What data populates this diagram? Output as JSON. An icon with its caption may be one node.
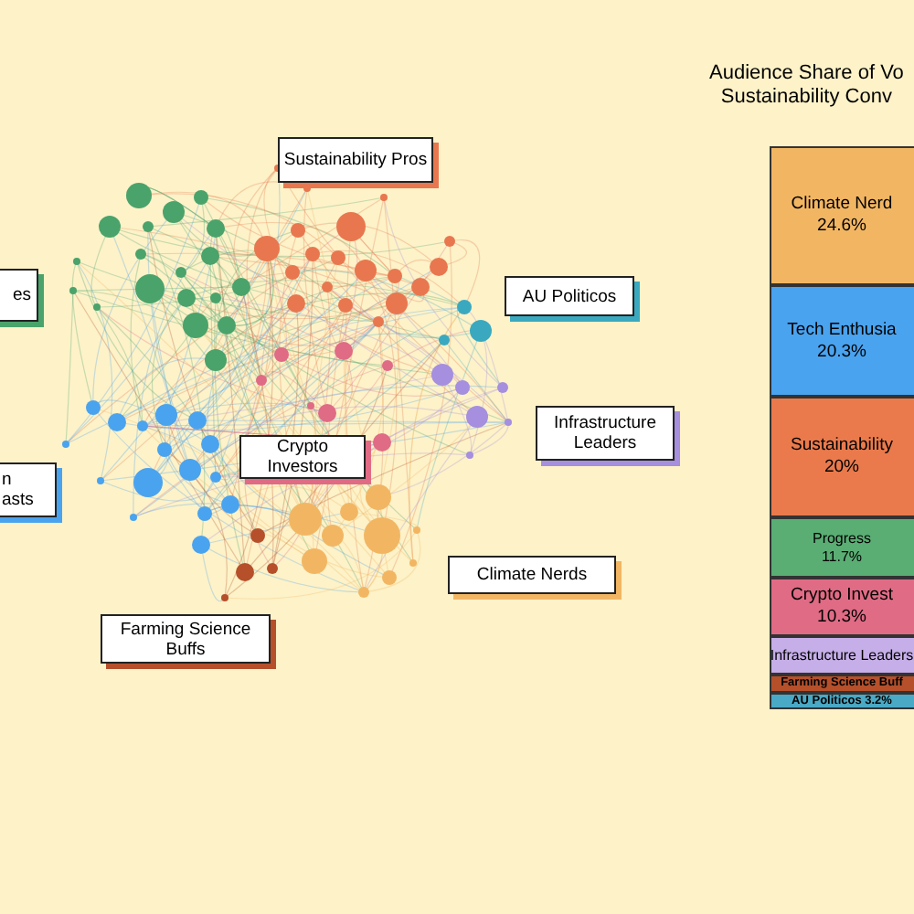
{
  "diagram": {
    "nodes": [
      {
        "text": [
          "es"
        ]
      },
      {
        "text": [
          "Sustainability Pros"
        ]
      },
      {
        "text": [
          "AU Politicos"
        ]
      },
      {
        "text": [
          "Infrastructure Leaders"
        ]
      },
      {
        "text": [
          "Crypto Investors"
        ]
      },
      {
        "text": [
          "n",
          "asts"
        ]
      },
      {
        "text": [
          "Climate Nerds"
        ]
      },
      {
        "text": [
          "Farming Science Buffs"
        ]
      },
      {
        "text": [
          "Climate Nerd",
          "24.6%"
        ]
      },
      {
        "text": [
          "Tech Enthusia",
          "20.3%"
        ]
      },
      {
        "text": [
          "Sustainability",
          "20%"
        ]
      },
      {
        "text": [
          "Progress",
          "11.7%"
        ]
      },
      {
        "text": [
          "Crypto Invest",
          "10.3%"
        ]
      },
      {
        "text": [
          "Infrastructure Leaders"
        ]
      },
      {
        "text": [
          "Farming Science Buff"
        ]
      },
      {
        "text": [
          "AU Politicos 3.2%"
        ]
      }
    ],
    "edges": [],
    "labels": [
      "Audience Share of Vo",
      "Sustainability Conv"
    ]
  }
}
